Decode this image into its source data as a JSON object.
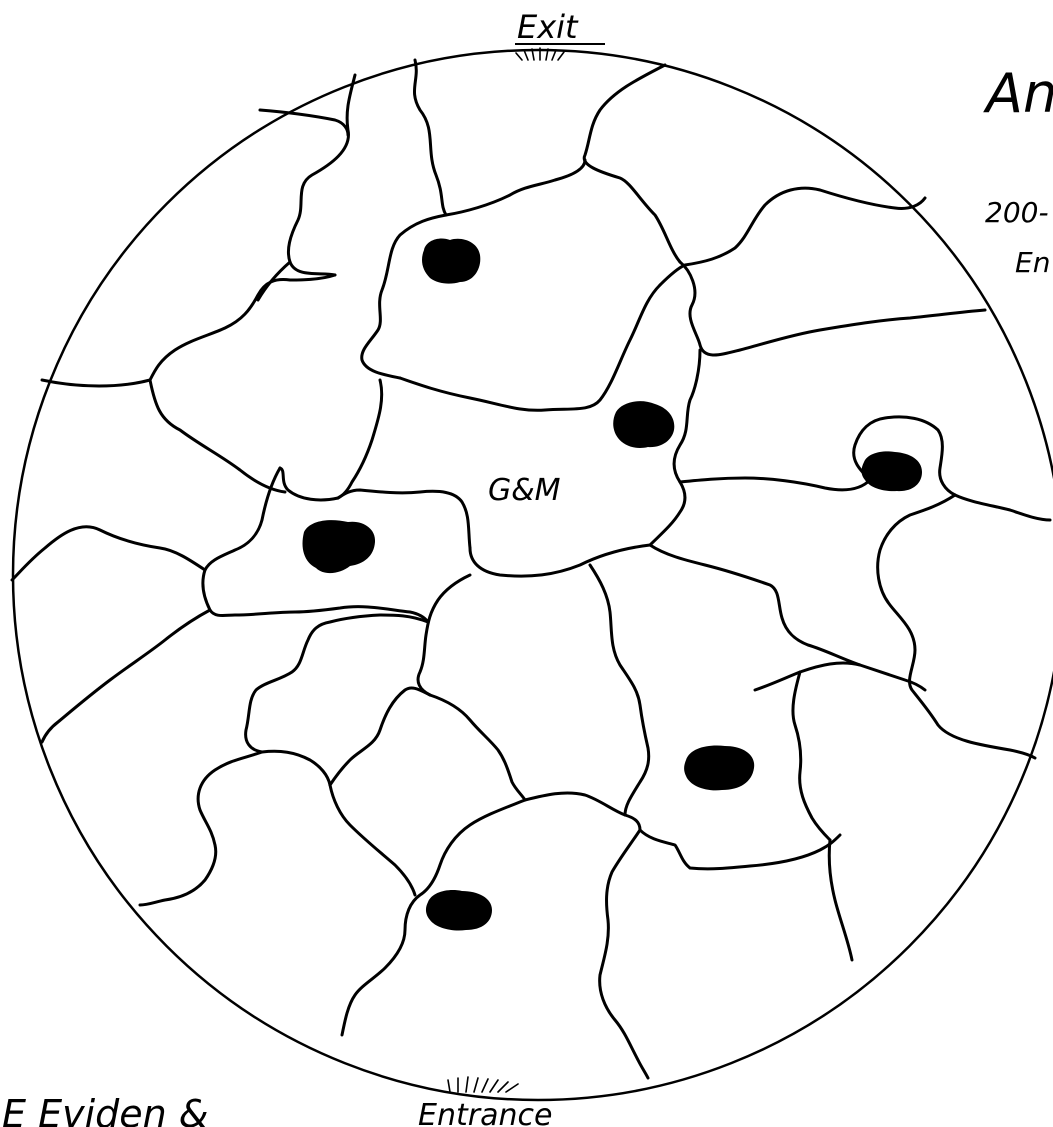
{
  "map": {
    "labels": {
      "exit": "Exit",
      "entrance": "Entrance",
      "center_room": "G&M",
      "title_partial": "An",
      "note_line1_partial": "200-",
      "note_line2_partial": "En",
      "bottom_left_partial": "E Eviden &"
    },
    "marker_icon": "filled-ink-blob",
    "grass_icon": "grass-tuft",
    "ink_color": "#000000",
    "paper_color": "#ffffff"
  }
}
